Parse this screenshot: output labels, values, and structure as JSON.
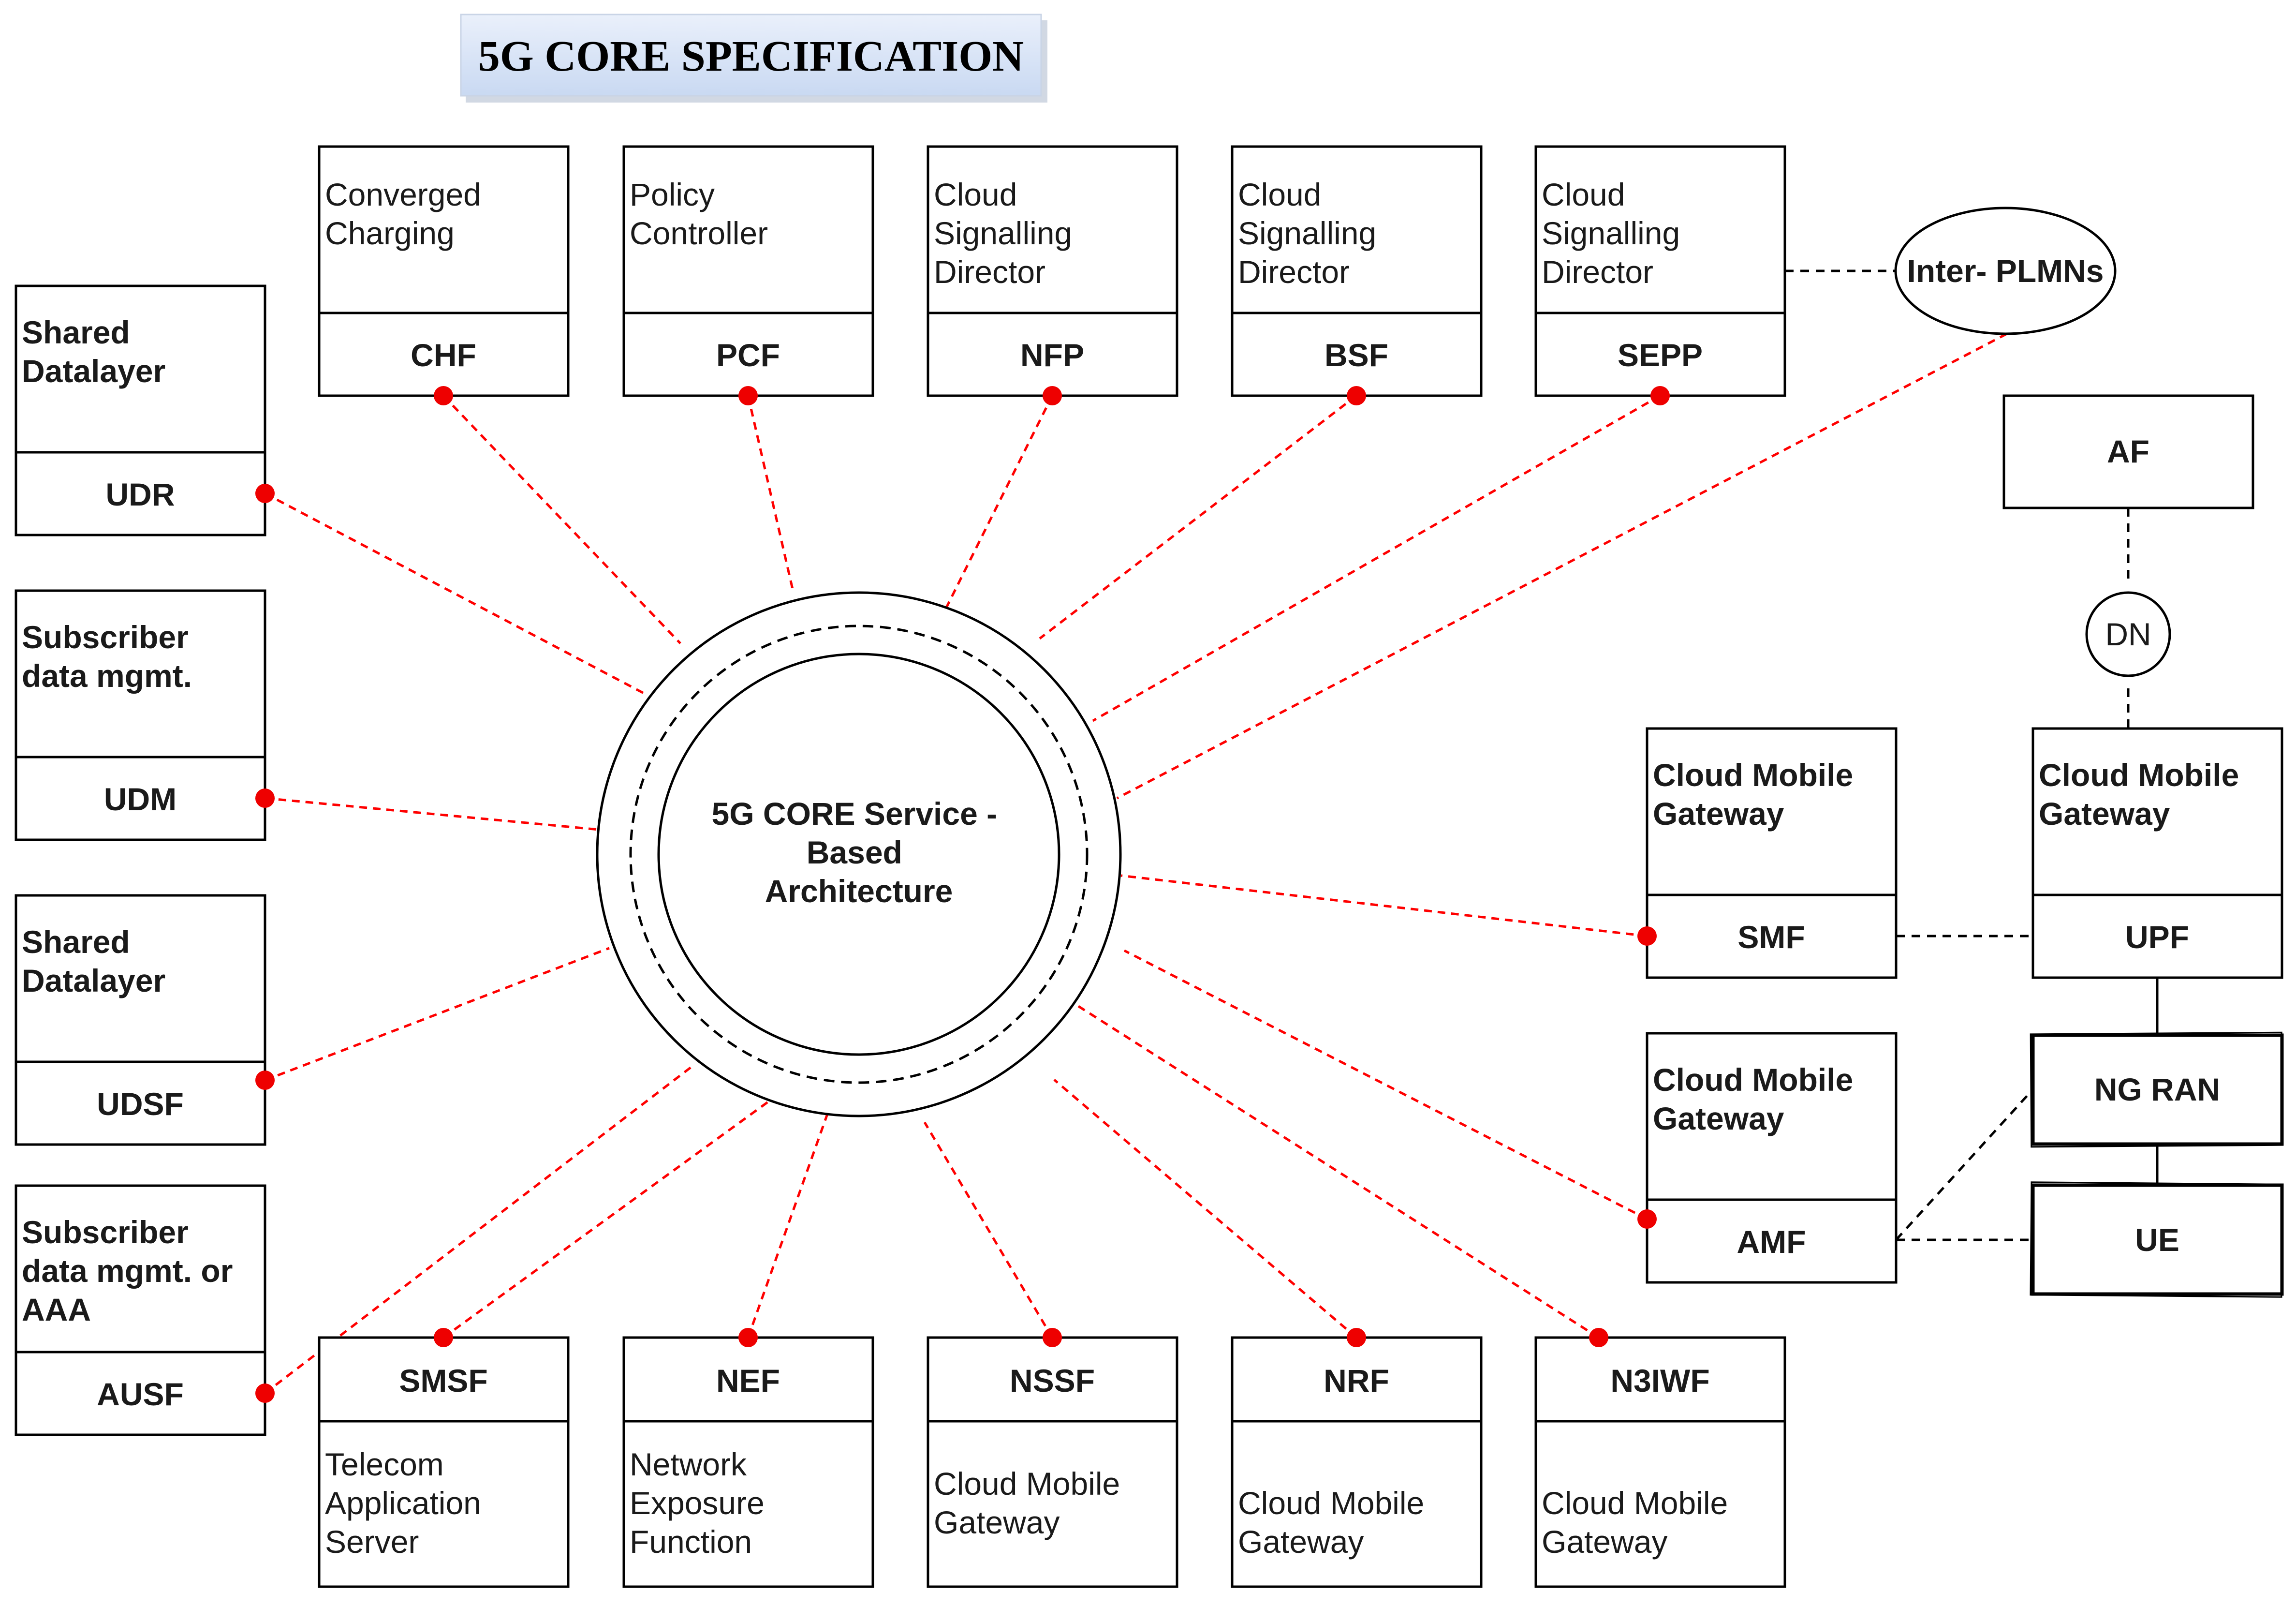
{
  "title": "5G CORE SPECIFICATION",
  "center": {
    "lines": [
      "5G CORE Service -",
      "Based",
      "Architecture"
    ]
  },
  "top_boxes": [
    {
      "id": "chf",
      "desc": [
        "Converged",
        "Charging"
      ],
      "code": "CHF"
    },
    {
      "id": "pcf",
      "desc": [
        "Policy",
        "Controller"
      ],
      "code": "PCF"
    },
    {
      "id": "nfp",
      "desc": [
        "Cloud",
        "Signalling",
        "Director"
      ],
      "code": "NFP"
    },
    {
      "id": "bsf",
      "desc": [
        "Cloud",
        "Signalling",
        "Director"
      ],
      "code": "BSF"
    },
    {
      "id": "sepp",
      "desc": [
        "Cloud",
        "Signalling",
        "Director"
      ],
      "code": "SEPP"
    }
  ],
  "left_boxes": [
    {
      "id": "udr",
      "desc": [
        "Shared",
        "Datalayer"
      ],
      "code": "UDR"
    },
    {
      "id": "udm",
      "desc": [
        "Subscriber",
        "data mgmt."
      ],
      "code": "UDM"
    },
    {
      "id": "udsf",
      "desc": [
        "Shared",
        "Datalayer"
      ],
      "code": "UDSF"
    },
    {
      "id": "ausf",
      "desc": [
        "Subscriber",
        "data mgmt. or",
        "AAA"
      ],
      "code": "AUSF"
    }
  ],
  "bottom_boxes": [
    {
      "id": "smsf",
      "code": "SMSF",
      "desc": [
        "Telecom",
        "Application",
        "Server"
      ]
    },
    {
      "id": "nef",
      "code": "NEF",
      "desc": [
        "Network",
        "Exposure",
        "Function"
      ]
    },
    {
      "id": "nssf",
      "code": "NSSF",
      "desc": [
        "Cloud Mobile",
        "Gateway"
      ]
    },
    {
      "id": "nrf",
      "code": "NRF",
      "desc": [
        "Cloud Mobile",
        "Gateway"
      ]
    },
    {
      "id": "n3iwf",
      "code": "N3IWF",
      "desc": [
        "Cloud Mobile",
        "Gateway"
      ]
    }
  ],
  "right_boxes": [
    {
      "id": "smf",
      "desc": [
        "Cloud Mobile",
        "Gateway"
      ],
      "code": "SMF"
    },
    {
      "id": "upf",
      "desc": [
        "Cloud Mobile",
        "Gateway"
      ],
      "code": "UPF"
    },
    {
      "id": "amf",
      "desc": [
        "Cloud Mobile",
        "Gateway"
      ],
      "code": "AMF"
    }
  ],
  "simple_nodes": {
    "inter_plmns": "Inter- PLMNs",
    "af": "AF",
    "dn": "DN",
    "ng_ran": "NG RAN",
    "ue": "UE"
  },
  "colors": {
    "link": "#ff0000",
    "endpoint": "#ee0000",
    "title_bg_top": "#eaf0fb",
    "title_bg_bottom": "#c9d9f2"
  }
}
